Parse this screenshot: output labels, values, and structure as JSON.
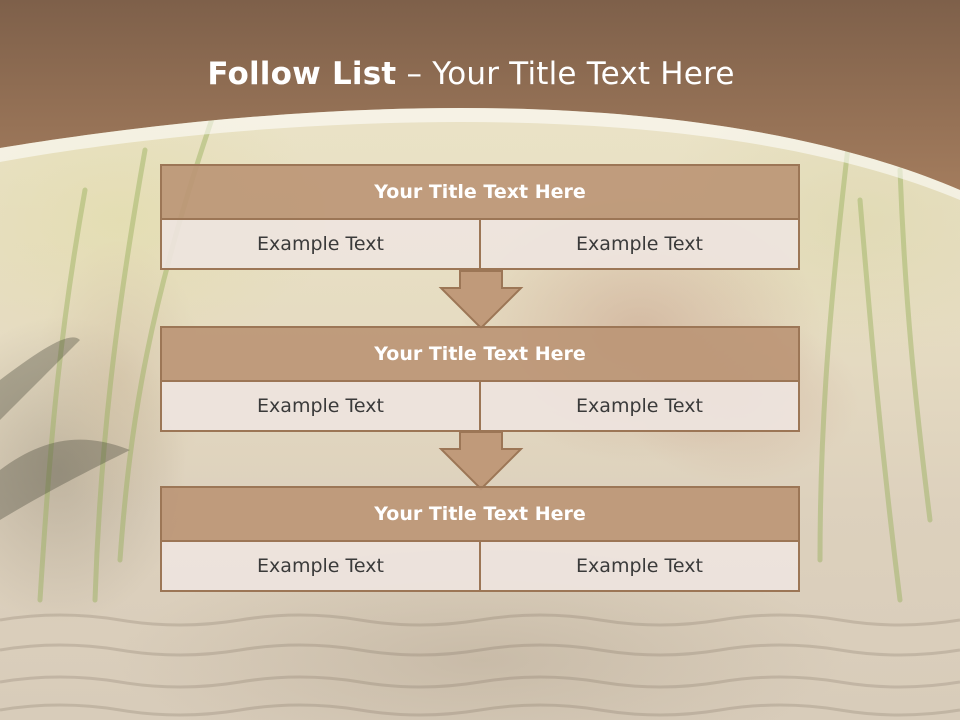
{
  "slide": {
    "title_bold": "Follow List",
    "title_rest": " – Your Title Text Here"
  },
  "steps": [
    {
      "title": "Your Title Text Here",
      "left": "Example Text",
      "right": "Example Text"
    },
    {
      "title": "Your Title Text Here",
      "left": "Example Text",
      "right": "Example Text"
    },
    {
      "title": "Your Title Text Here",
      "left": "Example Text",
      "right": "Example Text"
    }
  ],
  "colors": {
    "header_brown": "#8c6a4e",
    "box_title": "#bc9676",
    "box_border": "#9c7656",
    "box_cell": "#eee4de",
    "arrow_fill": "#c09a7a"
  }
}
